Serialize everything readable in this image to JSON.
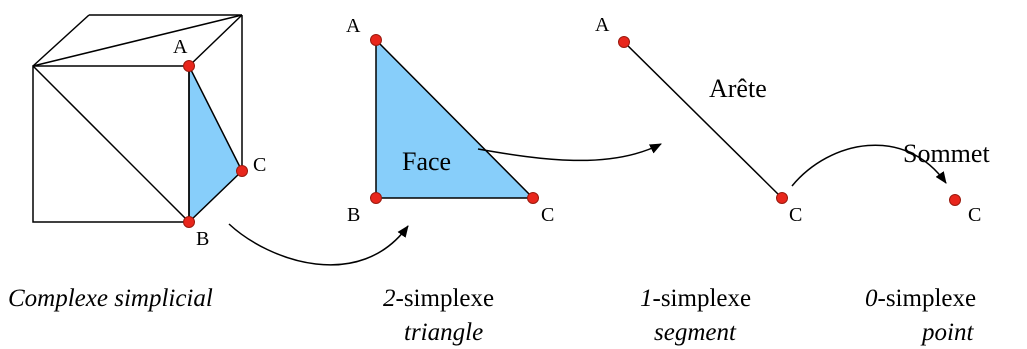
{
  "colors": {
    "face_fill": "#87CEFA",
    "vertex_fill": "#E8261C",
    "vertex_stroke": "#9A1A0E",
    "ink": "#000000"
  },
  "complex": {
    "vertex_a": "A",
    "vertex_b": "B",
    "vertex_c": "C",
    "caption": "Complexe simplicial"
  },
  "triangle": {
    "vertex_a": "A",
    "vertex_b": "B",
    "vertex_c": "C",
    "face_label": "Face",
    "caption_num": "2",
    "caption_word": "-simplexe",
    "caption_kind": "triangle"
  },
  "segment": {
    "vertex_a": "A",
    "vertex_c": "C",
    "edge_label": "Arête",
    "caption_num": "1",
    "caption_word": "-simplexe",
    "caption_kind": "segment"
  },
  "point": {
    "vertex_c": "C",
    "vertex_label_word": "Sommet",
    "caption_num": "0",
    "caption_word": "-simplexe",
    "caption_kind": "point"
  }
}
